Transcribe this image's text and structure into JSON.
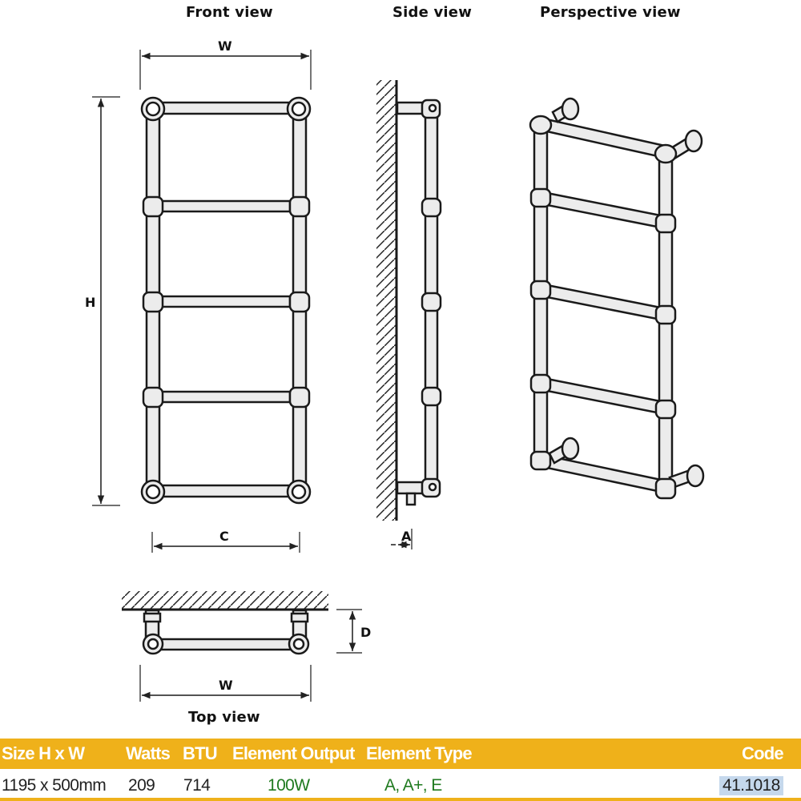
{
  "views": {
    "front": "Front view",
    "side": "Side view",
    "perspective": "Perspective view",
    "top": "Top view"
  },
  "dimensions": {
    "width": "W",
    "height": "H",
    "centres": "C",
    "projection": "A",
    "depth": "D",
    "top_width": "W"
  },
  "table": {
    "headers": {
      "size": "Size H x W",
      "watts": "Watts",
      "btu": "BTU",
      "element_output": "Element Output",
      "element_type": "Element Type",
      "code": "Code"
    },
    "row": {
      "size": "1195 x 500mm",
      "watts": "209",
      "btu": "714",
      "element_output": "100W",
      "element_type": "A, A+, E",
      "code": "41.1018"
    }
  },
  "colors": {
    "header_bg": "#efb11a",
    "header_text": "#ffffff",
    "element_text": "#1f7a1f",
    "code_highlight": "#c5d8ec"
  }
}
